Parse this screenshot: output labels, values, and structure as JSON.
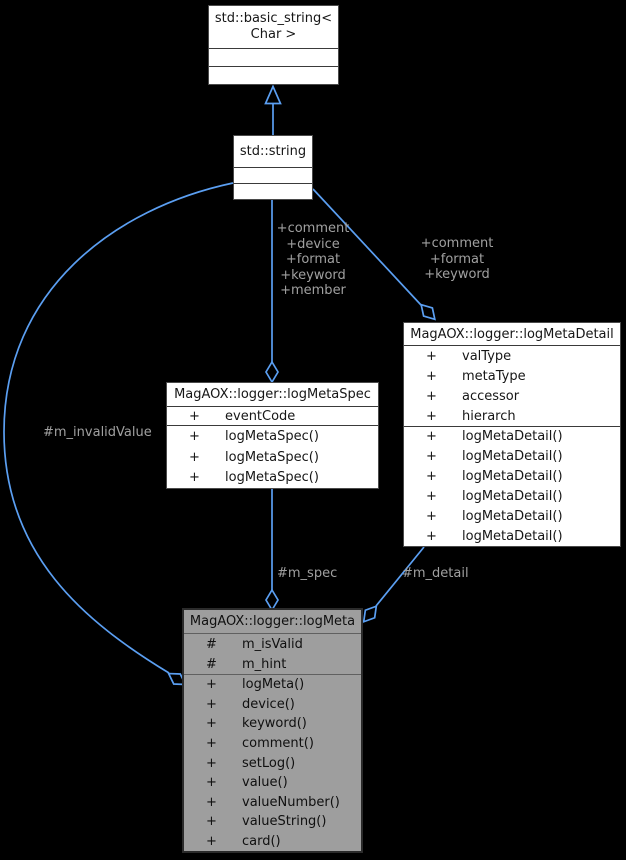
{
  "diagram": {
    "background": "#000000",
    "edge_color": "#5b9ff2",
    "label_color": "#a0a0a0",
    "highlight_fill": "#9e9e9e"
  },
  "classes": {
    "basic_string": {
      "title": "std::basic_string< Char >"
    },
    "string": {
      "title": "std::string"
    },
    "logMetaSpec": {
      "title": "MagAOX::logger::logMetaSpec",
      "attributes": [
        {
          "access": "+",
          "name": "eventCode"
        }
      ],
      "methods": [
        {
          "access": "+",
          "name": "logMetaSpec()"
        },
        {
          "access": "+",
          "name": "logMetaSpec()"
        },
        {
          "access": "+",
          "name": "logMetaSpec()"
        }
      ]
    },
    "logMetaDetail": {
      "title": "MagAOX::logger::logMetaDetail",
      "attributes": [
        {
          "access": "+",
          "name": "valType"
        },
        {
          "access": "+",
          "name": "metaType"
        },
        {
          "access": "+",
          "name": "accessor"
        },
        {
          "access": "+",
          "name": "hierarch"
        }
      ],
      "methods": [
        {
          "access": "+",
          "name": "logMetaDetail()"
        },
        {
          "access": "+",
          "name": "logMetaDetail()"
        },
        {
          "access": "+",
          "name": "logMetaDetail()"
        },
        {
          "access": "+",
          "name": "logMetaDetail()"
        },
        {
          "access": "+",
          "name": "logMetaDetail()"
        },
        {
          "access": "+",
          "name": "logMetaDetail()"
        }
      ]
    },
    "logMeta": {
      "title": "MagAOX::logger::logMeta",
      "attributes": [
        {
          "access": "#",
          "name": "m_isValid"
        },
        {
          "access": "#",
          "name": "m_hint"
        }
      ],
      "methods": [
        {
          "access": "+",
          "name": "logMeta()"
        },
        {
          "access": "+",
          "name": "device()"
        },
        {
          "access": "+",
          "name": "keyword()"
        },
        {
          "access": "+",
          "name": "comment()"
        },
        {
          "access": "+",
          "name": "setLog()"
        },
        {
          "access": "+",
          "name": "value()"
        },
        {
          "access": "+",
          "name": "valueNumber()"
        },
        {
          "access": "+",
          "name": "valueString()"
        },
        {
          "access": "+",
          "name": "card()"
        }
      ]
    }
  },
  "edge_labels": {
    "spec_members": [
      "+comment",
      "+device",
      "+format",
      "+keyword",
      "+member"
    ],
    "detail_members": [
      "+comment",
      "+format",
      "+keyword"
    ],
    "invalid_value": "#m_invalidValue",
    "m_spec": "#m_spec",
    "m_detail": "#m_detail"
  }
}
